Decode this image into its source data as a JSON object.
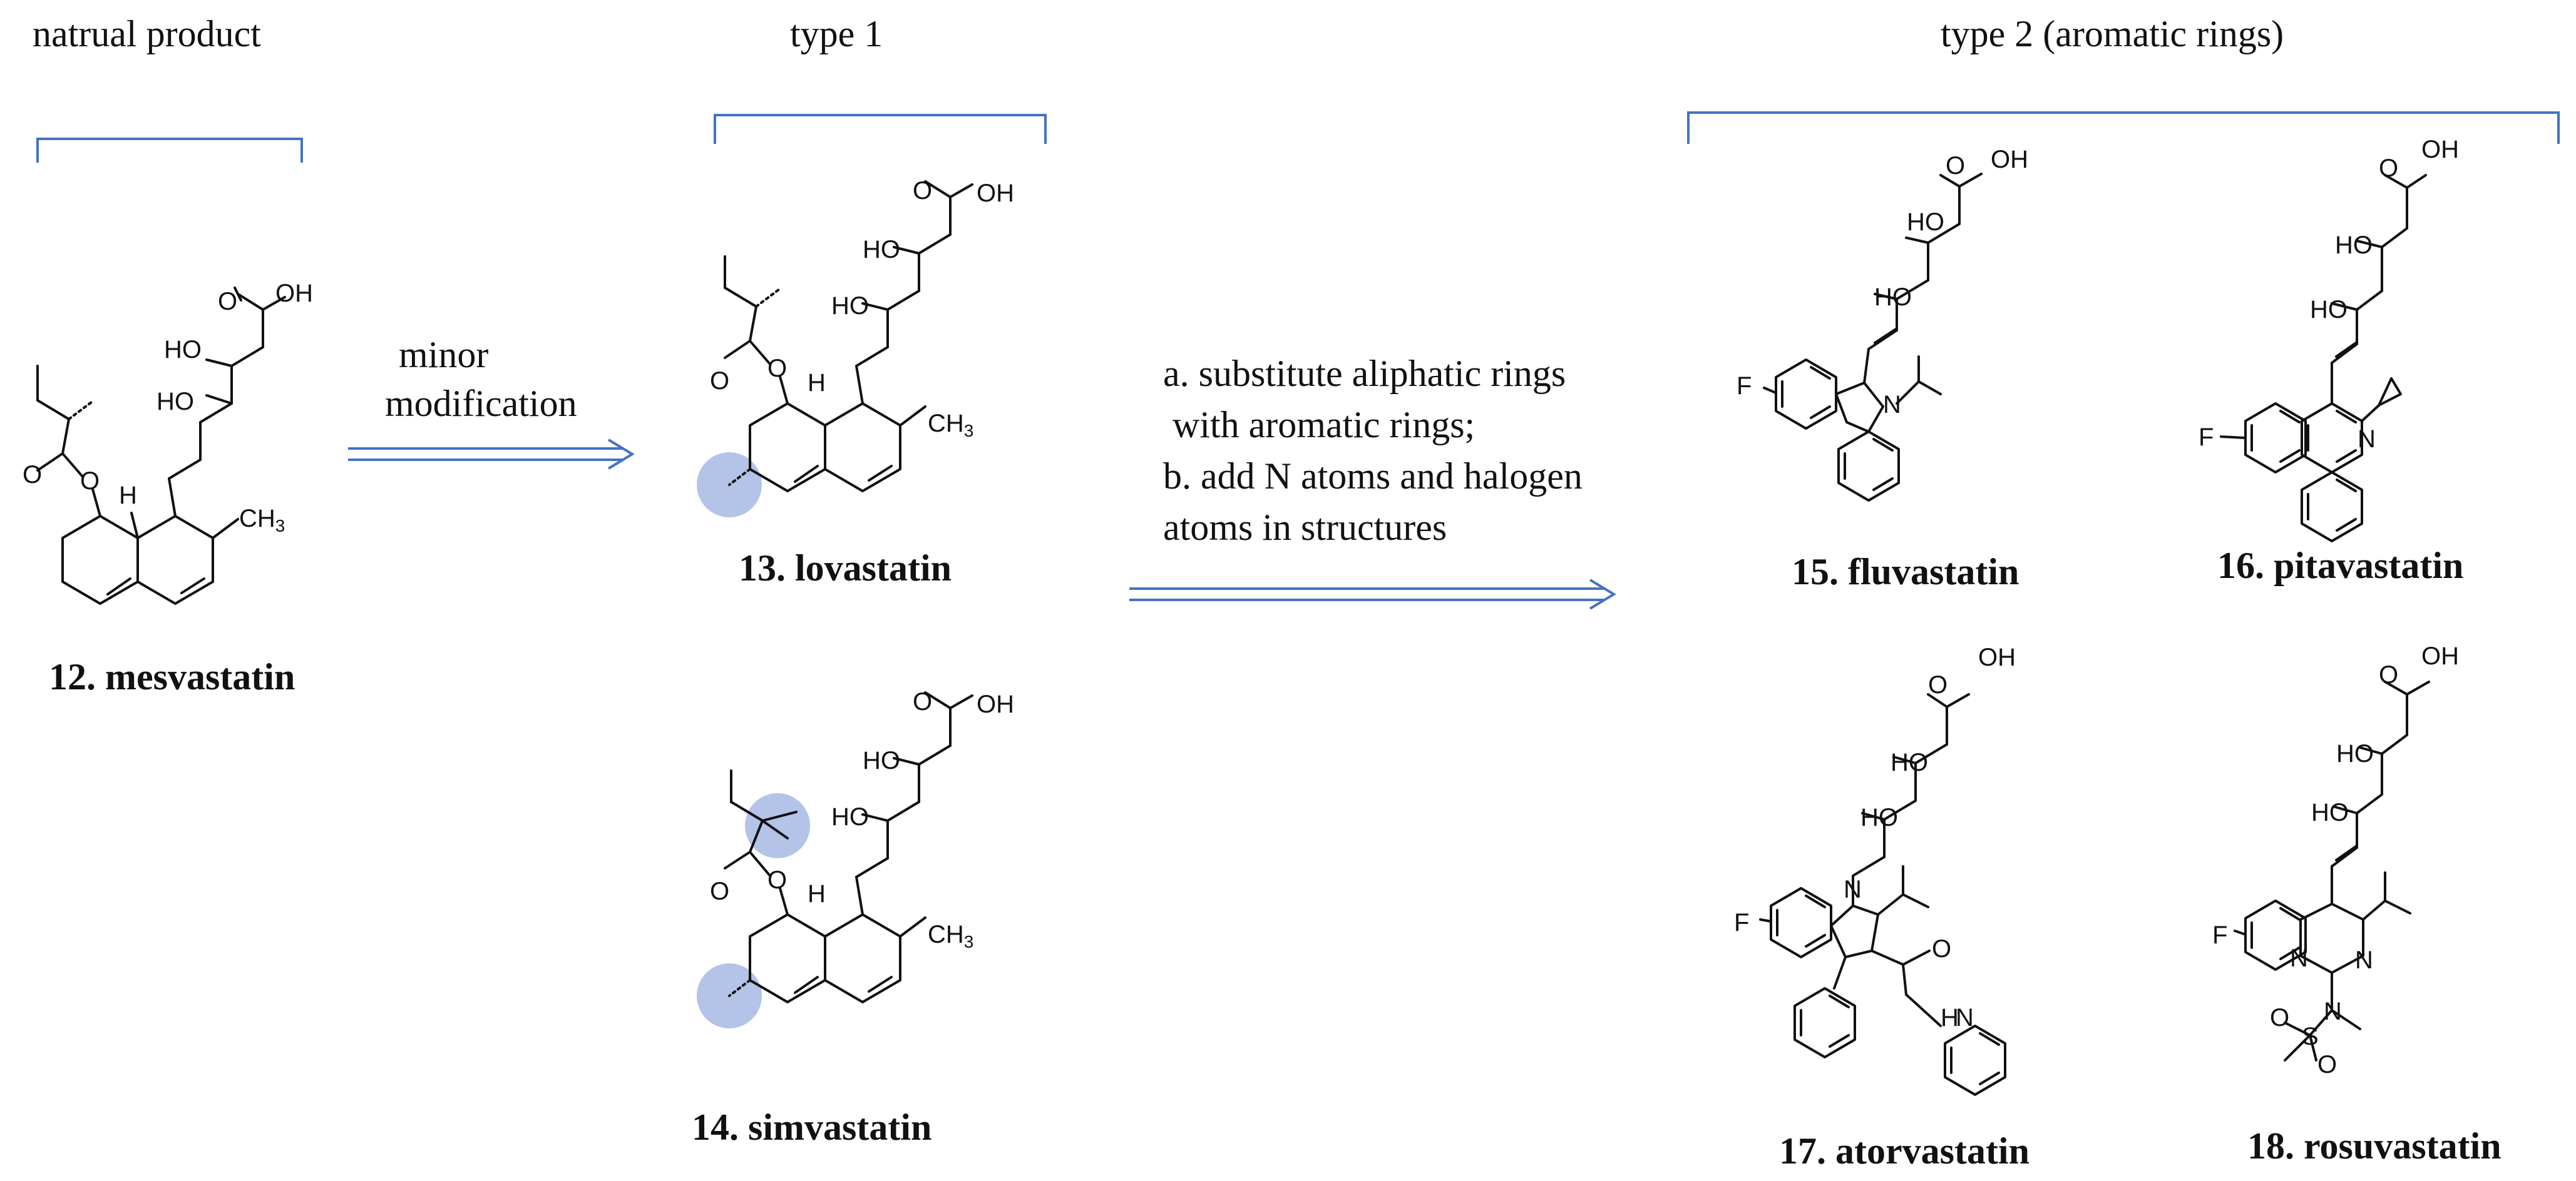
{
  "headers": {
    "natural": "natrual product",
    "type1": "type 1",
    "type2": "type 2 (aromatic rings)"
  },
  "arrow_notes": {
    "minor": [
      "minor",
      "modification"
    ],
    "aromatic": [
      "a. substitute aliphatic rings",
      " with aromatic rings;",
      "b. add N atoms and halogen",
      "atoms in structures"
    ]
  },
  "compounds": {
    "c12": "12. mesvastatin",
    "c13": "13. lovastatin",
    "c14": "14. simvastatin",
    "c15": "15. fluvastatin",
    "c16": "16. pitavastatin",
    "c17": "17. atorvastatin",
    "c18": "18. rosuvastatin"
  },
  "atoms": {
    "OH": "OH",
    "HO": "HO",
    "O": "O",
    "H": "H",
    "CH3": "CH",
    "CH3_sub": "3",
    "F": "F",
    "N": "N",
    "S": "S"
  },
  "colors": {
    "bracket": "#4472c4",
    "highlight": "#b4c3e8"
  }
}
